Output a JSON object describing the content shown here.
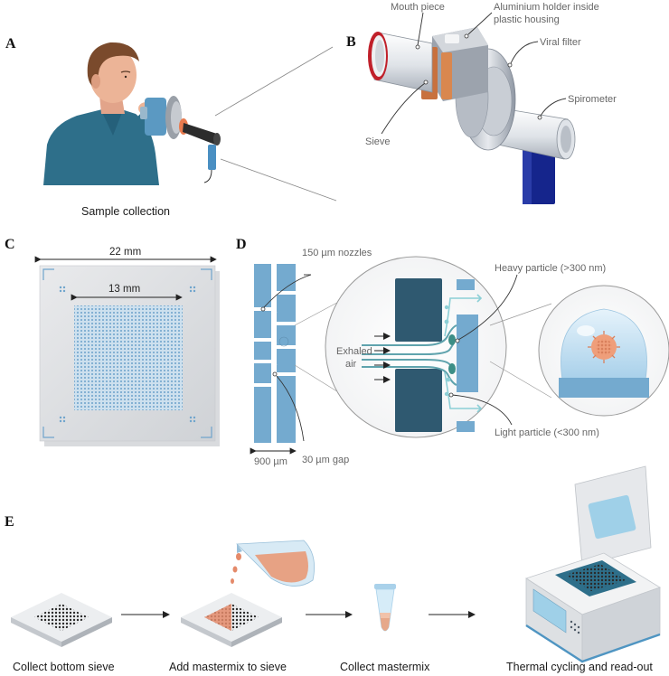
{
  "panels": {
    "a": {
      "label": "A",
      "caption": "Sample collection"
    },
    "b": {
      "label": "B",
      "callouts": {
        "mouth_piece": "Mouth piece",
        "holder_line1": "Aluminium holder inside",
        "holder_line2": "plastic housing",
        "viral_filter": "Viral filter",
        "spirometer": "Spirometer",
        "sieve": "Sieve"
      }
    },
    "c": {
      "label": "C",
      "outer_dimension": "22 mm",
      "inner_dimension": "13 mm"
    },
    "d": {
      "label": "D",
      "nozzles": "150 µm nozzles",
      "width": "900 µm",
      "gap": "30 µm gap",
      "exhaled_line1": "Exhaled",
      "exhaled_line2": "air",
      "heavy_particle": "Heavy particle (>300 nm)",
      "light_particle": "Light particle (<300 nm)"
    },
    "e": {
      "label": "E",
      "steps": [
        "Collect bottom sieve",
        "Add mastermix to sieve",
        "Collect mastermix",
        "Thermal cycling and read-out"
      ]
    }
  },
  "colors": {
    "sieve_blue": "#74aacf",
    "dark_plate": "#2f5970",
    "shirt": "#2e6f8a",
    "mastermix": "#e48a6a",
    "spirometer_stand": "#15258c",
    "mouthpiece_rim": "#c0202a"
  },
  "icons": [
    "person-breathing-illustration",
    "sampling-device-illustration",
    "sieve-chip-illustration",
    "impactor-cross-section",
    "droplet-with-particle",
    "sieve-plate-icon",
    "beaker-pouring-icon",
    "tube-icon",
    "thermal-cycler-icon",
    "arrow-icon"
  ]
}
